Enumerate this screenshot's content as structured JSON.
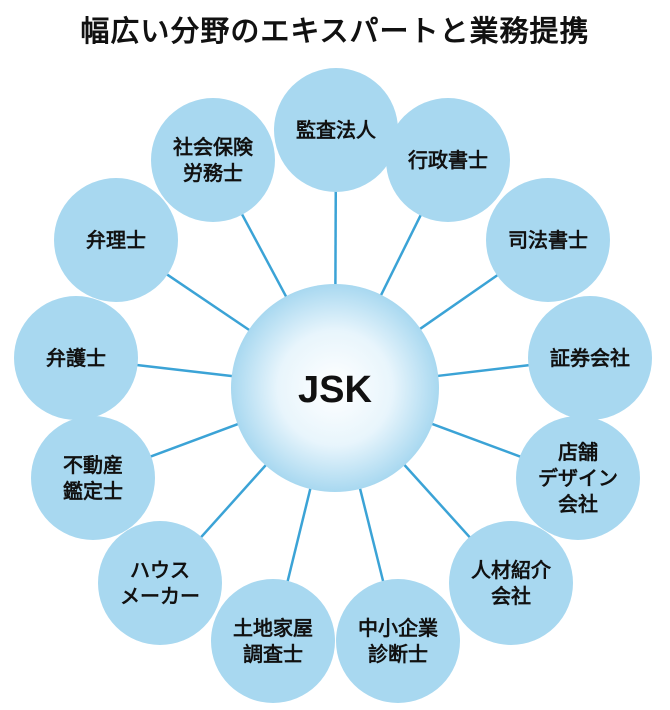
{
  "title": "幅広い分野のエキスパートと業務提携",
  "colors": {
    "node_fill": "#a8d8f0",
    "connector": "#3ba3d6",
    "center_inner": "#ffffff",
    "center_outer": "#a8d8f0",
    "text": "#111111"
  },
  "center": {
    "label": "JSK"
  },
  "nodes": [
    {
      "id": "kansa-hojin",
      "lines": [
        "監査法人"
      ]
    },
    {
      "id": "gyosei-shoshi",
      "lines": [
        "行政書士"
      ]
    },
    {
      "id": "shiho-shoshi",
      "lines": [
        "司法書士"
      ]
    },
    {
      "id": "shoken-gaisha",
      "lines": [
        "証券会社"
      ]
    },
    {
      "id": "tenpo-design",
      "lines": [
        "店舗",
        "デザイン",
        "会社"
      ]
    },
    {
      "id": "jinzai-shokai",
      "lines": [
        "人材紹介",
        "会社"
      ]
    },
    {
      "id": "chusho-kigyo",
      "lines": [
        "中小企業",
        "診断士"
      ]
    },
    {
      "id": "tochi-kaoku",
      "lines": [
        "土地家屋",
        "調査士"
      ]
    },
    {
      "id": "house-maker",
      "lines": [
        "ハウス",
        "メーカー"
      ]
    },
    {
      "id": "fudosan-kantei",
      "lines": [
        "不動産",
        "鑑定士"
      ]
    },
    {
      "id": "bengoshi",
      "lines": [
        "弁護士"
      ]
    },
    {
      "id": "benrishi",
      "lines": [
        "弁理士"
      ]
    },
    {
      "id": "shakai-hoken",
      "lines": [
        "社会保険",
        "労務士"
      ]
    }
  ]
}
